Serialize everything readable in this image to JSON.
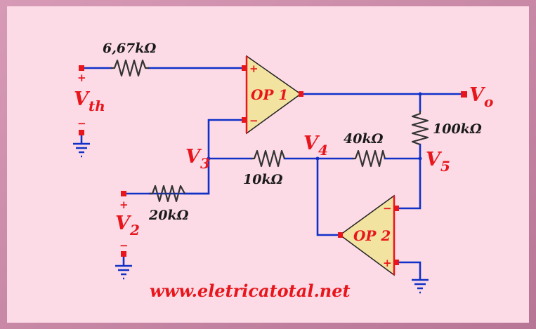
{
  "colors": {
    "background": "#fcdbe6",
    "frame": "#cc8aa8",
    "wire": "#1030c8",
    "label_red": "#e8161c",
    "opamp_fill": "#f3e3a0",
    "resistor": "#333333"
  },
  "resistors": {
    "r_vth": "6,67kΩ",
    "r_feedback": "100kΩ",
    "r_40": "40kΩ",
    "r_10": "10kΩ",
    "r_20": "20kΩ"
  },
  "nodes": {
    "vth": {
      "main": "V",
      "sub": "th"
    },
    "vo": {
      "main": "V",
      "sub": "o"
    },
    "v2": {
      "main": "V",
      "sub": "2"
    },
    "v3": {
      "main": "V",
      "sub": "3"
    },
    "v4": {
      "main": "V",
      "sub": "4"
    },
    "v5": {
      "main": "V",
      "sub": "5"
    }
  },
  "opamps": {
    "op1": {
      "label": "OP 1",
      "plus": "+",
      "minus": "−"
    },
    "op2": {
      "label": "OP 2",
      "plus": "+",
      "minus": "−"
    }
  },
  "sources": {
    "vth": {
      "plus": "+",
      "minus": "−"
    },
    "v2": {
      "plus": "+",
      "minus": "−"
    }
  },
  "icons": [
    "ground-icon",
    "resistor-icon",
    "op-amp-icon"
  ],
  "footer": {
    "url": "www.eletricatotal.net"
  }
}
